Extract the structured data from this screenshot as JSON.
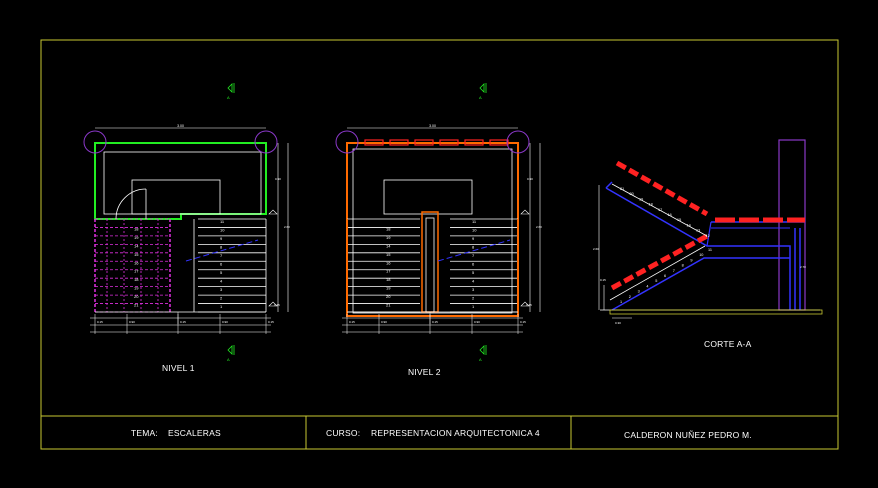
{
  "titles": {
    "nivel1": "NIVEL 1",
    "nivel2": "NIVEL 2",
    "corte": "CORTE A-A"
  },
  "title_block": {
    "tema_label": "TEMA:",
    "tema_value": "ESCALERAS",
    "curso_label": "CURSO:",
    "curso_value": "REPRESENTACION ARQUITECTONICA 4",
    "author": "CALDERON NUÑEZ PEDRO M."
  },
  "steps": {
    "plan1_left": [
      "18",
      "19",
      "14",
      "15",
      "16",
      "17",
      "18",
      "19",
      "20",
      "21"
    ],
    "plan1_right": [
      "11",
      "10",
      "9",
      "8",
      "7",
      "6",
      "5",
      "4",
      "3",
      "2",
      "1"
    ],
    "plan2_left": [
      "18",
      "19",
      "14",
      "15",
      "16",
      "17",
      "18",
      "19",
      "20",
      "21"
    ],
    "plan2_right": [
      "11",
      "10",
      "9",
      "8",
      "7",
      "6",
      "5",
      "4",
      "3",
      "2",
      "1"
    ],
    "section_upper": [
      "21",
      "20",
      "19",
      "18",
      "17",
      "16",
      "15",
      "14",
      "13",
      "12"
    ],
    "section_lower": [
      "1",
      "2",
      "3",
      "4",
      "5",
      "6",
      "7",
      "8",
      "9",
      "10",
      "11"
    ]
  },
  "colors": {
    "background": "#000000",
    "frame": "#c8c832",
    "white": "#ffffff",
    "green": "#22ee22",
    "magenta": "#e030e0",
    "blue": "#3333ff",
    "red": "#ff2222",
    "orange": "#ff6a00",
    "purple": "#8a38c8",
    "cyan": "#30d0ff"
  }
}
